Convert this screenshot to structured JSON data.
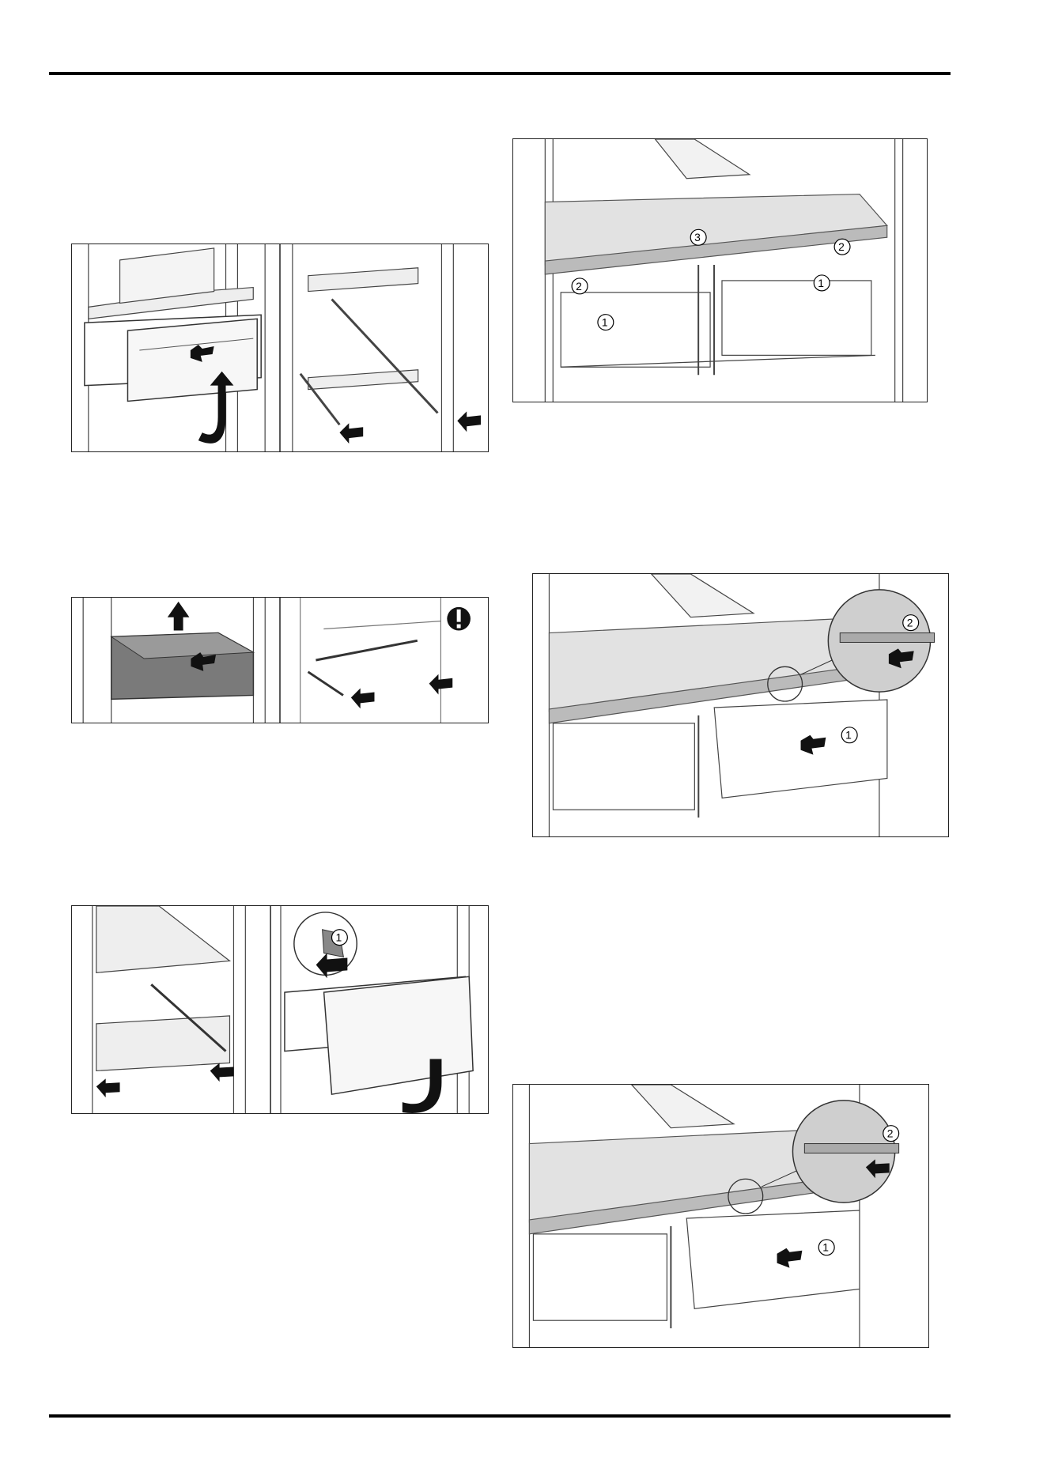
{
  "page": {
    "footer_note": "",
    "figures": [
      {
        "name": "figure-drawer-removal",
        "callouts": []
      },
      {
        "name": "figure-box-removal",
        "callouts": []
      },
      {
        "name": "figure-drawer-insertion",
        "callouts": [
          "1"
        ]
      },
      {
        "name": "figure-shelf-overview",
        "callouts": [
          "3",
          "2",
          "2",
          "1",
          "1"
        ]
      },
      {
        "name": "figure-seal-removal",
        "callouts": [
          "2",
          "1"
        ]
      },
      {
        "name": "figure-seal-insertion",
        "callouts": [
          "2",
          "1"
        ]
      }
    ]
  },
  "colors": {
    "line": "#222222",
    "shelf_gray": "#d8d8d8",
    "box_gray": "#7a7a7a",
    "arrow": "#111111"
  },
  "icons": [
    "warning-icon",
    "arrow-icon",
    "callout-circle-icon"
  ]
}
